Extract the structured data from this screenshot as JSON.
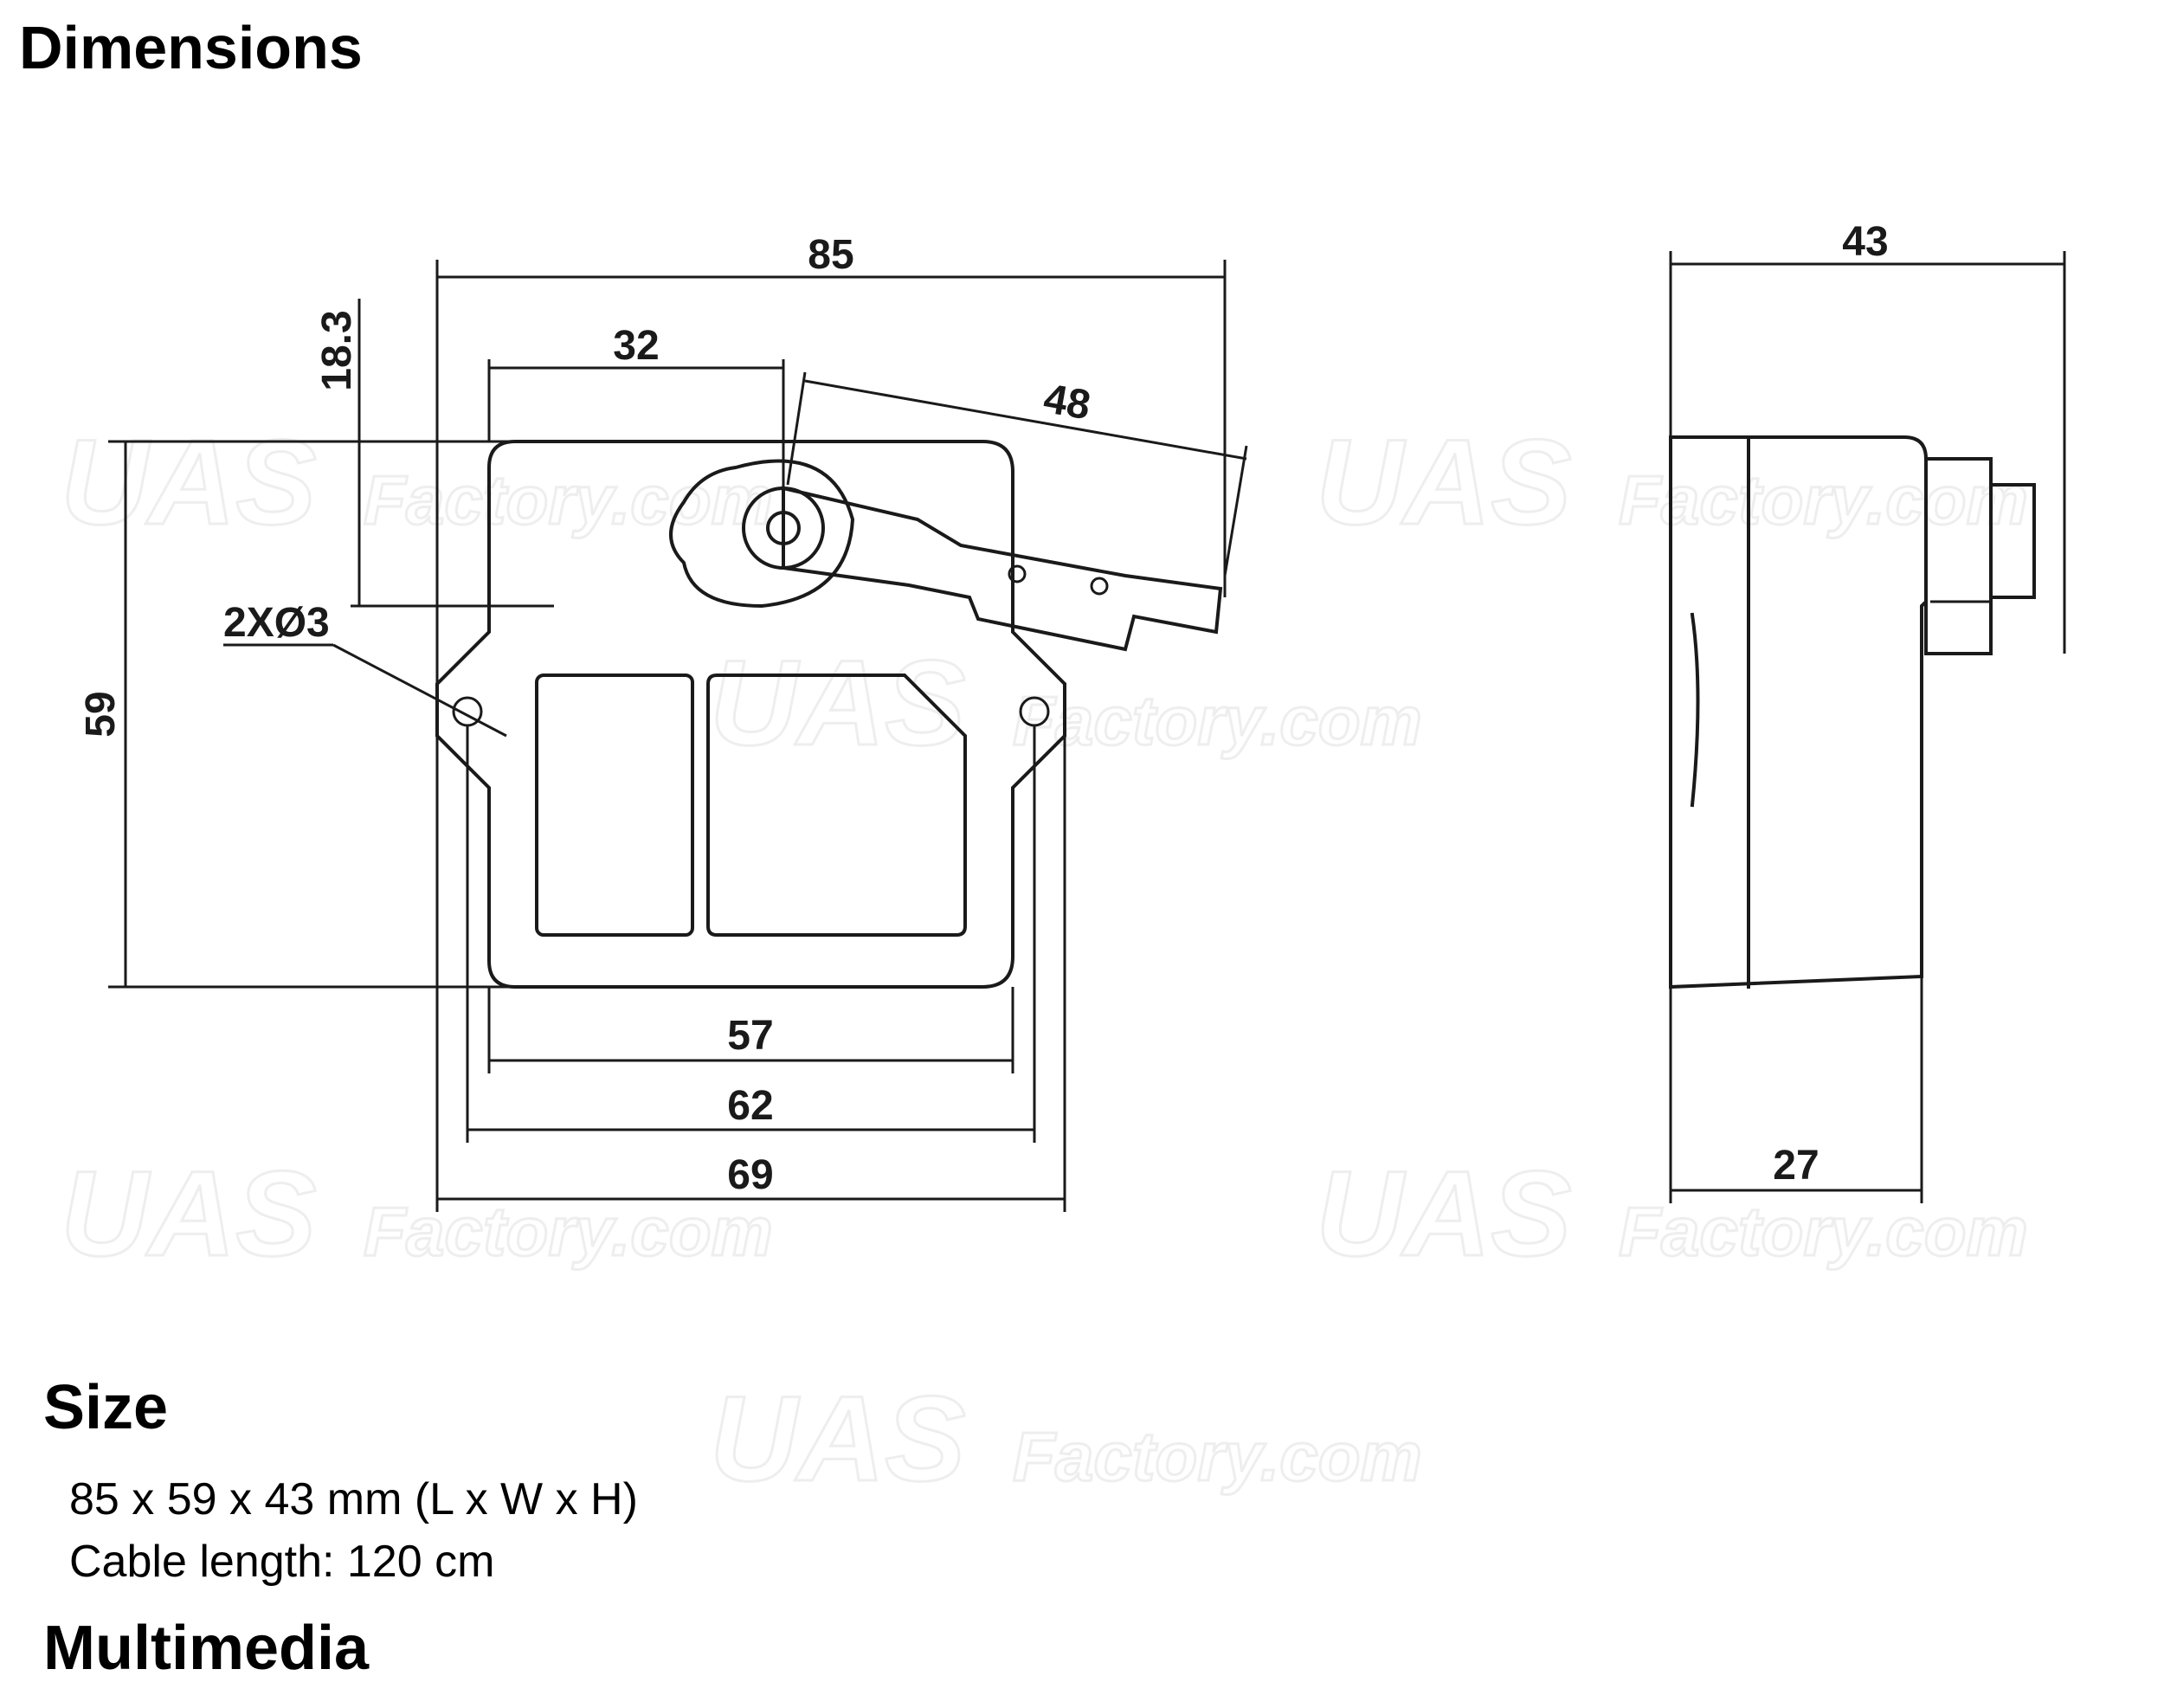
{
  "headings": {
    "dimensions": "Dimensions",
    "size": "Size",
    "multimedia": "Multimedia"
  },
  "size_specs": [
    "85 x 59 x 43 mm (L x W x H)",
    "Cable length: 120 cm"
  ],
  "watermark": {
    "big": "UAS",
    "small": "Factory.com"
  },
  "drawing": {
    "front_view": {
      "overall_length": "85",
      "arm_offset": "32",
      "arm_length": "48",
      "hole_height": "18.3",
      "mount_holes": "2XØ3",
      "height": "59",
      "inner_width": "57",
      "mid_width": "62",
      "mount_width": "69"
    },
    "side_view": {
      "overall_depth": "43",
      "body_depth": "27"
    }
  }
}
